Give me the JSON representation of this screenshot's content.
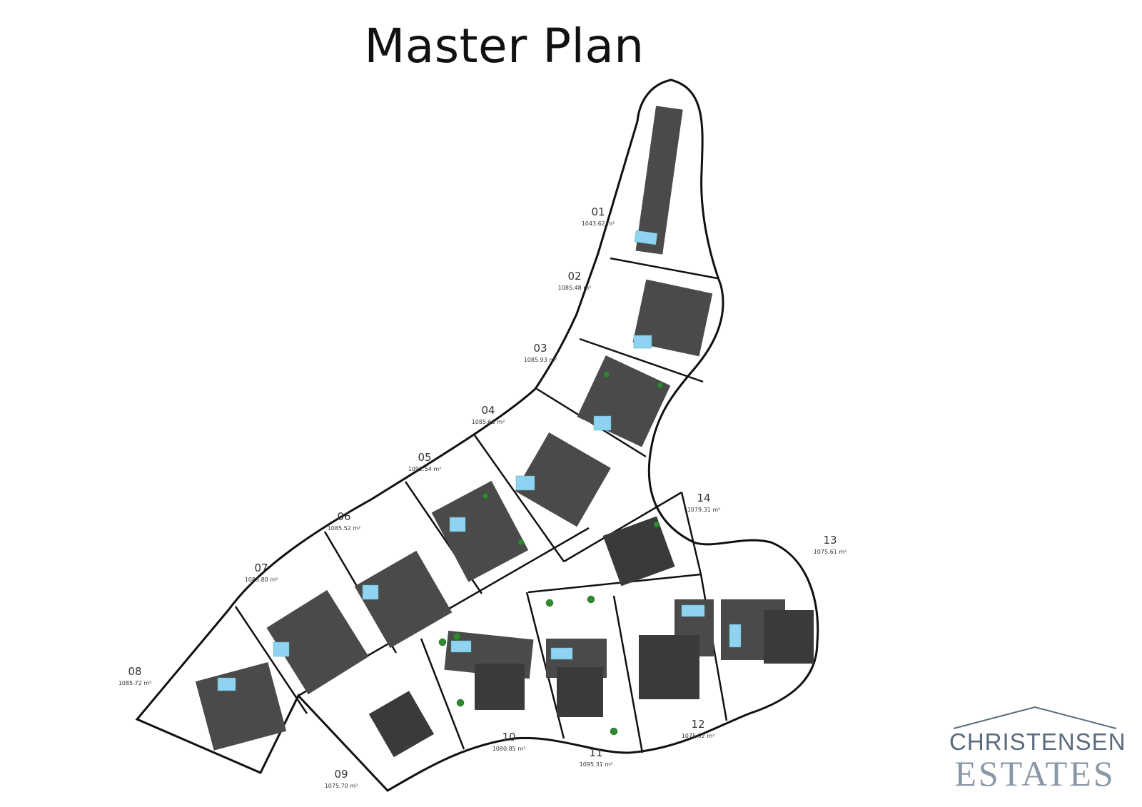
{
  "title": "Master Plan",
  "colors": {
    "line": "#111111",
    "roof": "#4a4a4a",
    "pool": "#8fd3f2",
    "tree": "#2e8a2e",
    "logo_primary": "#5a6b80",
    "logo_secondary": "#8a97a6"
  },
  "plots": [
    {
      "number": "01",
      "area": "1043.62 m²"
    },
    {
      "number": "02",
      "area": "1085.48 m²"
    },
    {
      "number": "03",
      "area": "1085.93 m²"
    },
    {
      "number": "04",
      "area": "1085.63 m²"
    },
    {
      "number": "05",
      "area": "1092.54 m²"
    },
    {
      "number": "06",
      "area": "1085.52 m²"
    },
    {
      "number": "07",
      "area": "1085.80 m²"
    },
    {
      "number": "08",
      "area": "1085.72 m²"
    },
    {
      "number": "09",
      "area": "1075.70 m²"
    },
    {
      "number": "10",
      "area": "1080.85 m²"
    },
    {
      "number": "11",
      "area": "1095.31 m²"
    },
    {
      "number": "12",
      "area": "1075.92 m²"
    },
    {
      "number": "13",
      "area": "1075.61 m²"
    },
    {
      "number": "14",
      "area": "1079.31 m²"
    }
  ],
  "logo": {
    "line1": "CHRISTENSEN",
    "line2": "ESTATES"
  }
}
